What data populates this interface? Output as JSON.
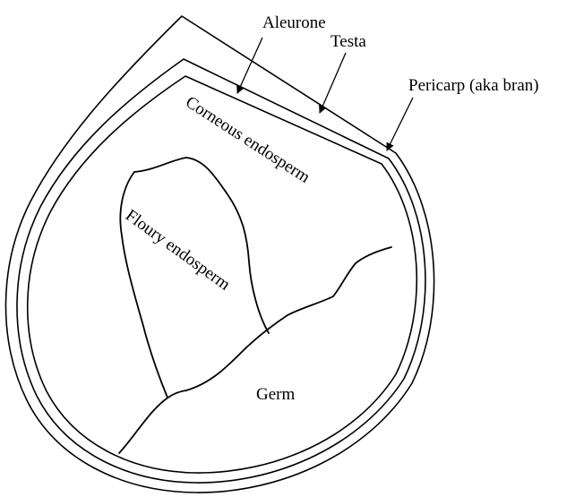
{
  "labels": {
    "aleurone": "Aleurone",
    "testa": "Testa",
    "pericarp": "Pericarp (aka bran)",
    "corneous_endosperm": "Corneous endosperm",
    "floury_endosperm": "Floury endosperm",
    "germ": "Germ"
  },
  "colors": {
    "line": "#000000",
    "background": "#ffffff"
  }
}
